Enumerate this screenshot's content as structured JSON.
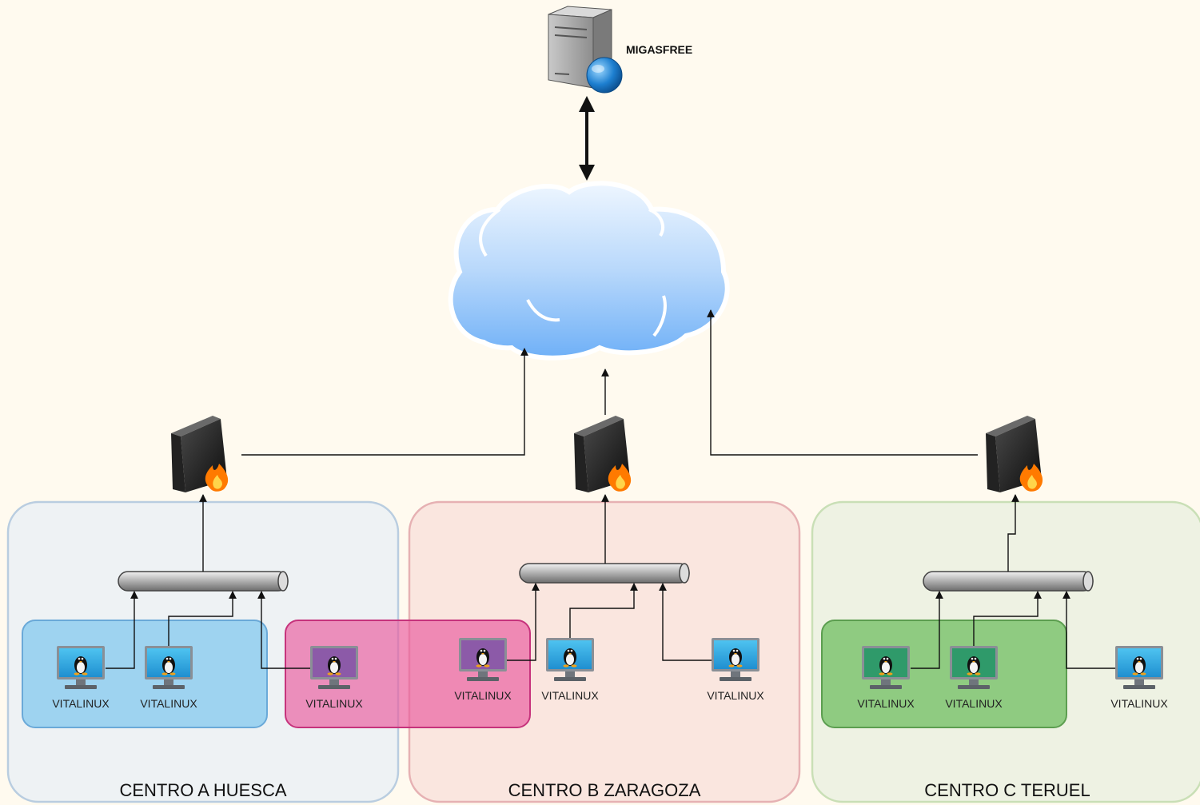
{
  "server": {
    "label": "MIGASFREE"
  },
  "centers": [
    {
      "name": "CENTRO A HUESCA"
    },
    {
      "name": "CENTRO B ZARAGOZA"
    },
    {
      "name": "CENTRO C TERUEL"
    }
  ],
  "computers": [
    {
      "label": "VITALINUX",
      "group": "blue"
    },
    {
      "label": "VITALINUX",
      "group": "blue"
    },
    {
      "label": "VITALINUX",
      "group": "pink"
    },
    {
      "label": "VITALINUX",
      "group": "pink"
    },
    {
      "label": "VITALINUX",
      "group": "none"
    },
    {
      "label": "VITALINUX",
      "group": "none"
    },
    {
      "label": "VITALINUX",
      "group": "green"
    },
    {
      "label": "VITALINUX",
      "group": "green"
    },
    {
      "label": "VITALINUX",
      "group": "none"
    }
  ],
  "colors": {
    "background": "#fffaef",
    "center_a": "#eef2f4",
    "center_b": "#fae6df",
    "center_c": "#eef2e3",
    "group_blue": "#7cc6ee",
    "group_pink": "#e9579d",
    "group_green": "#77c168"
  }
}
